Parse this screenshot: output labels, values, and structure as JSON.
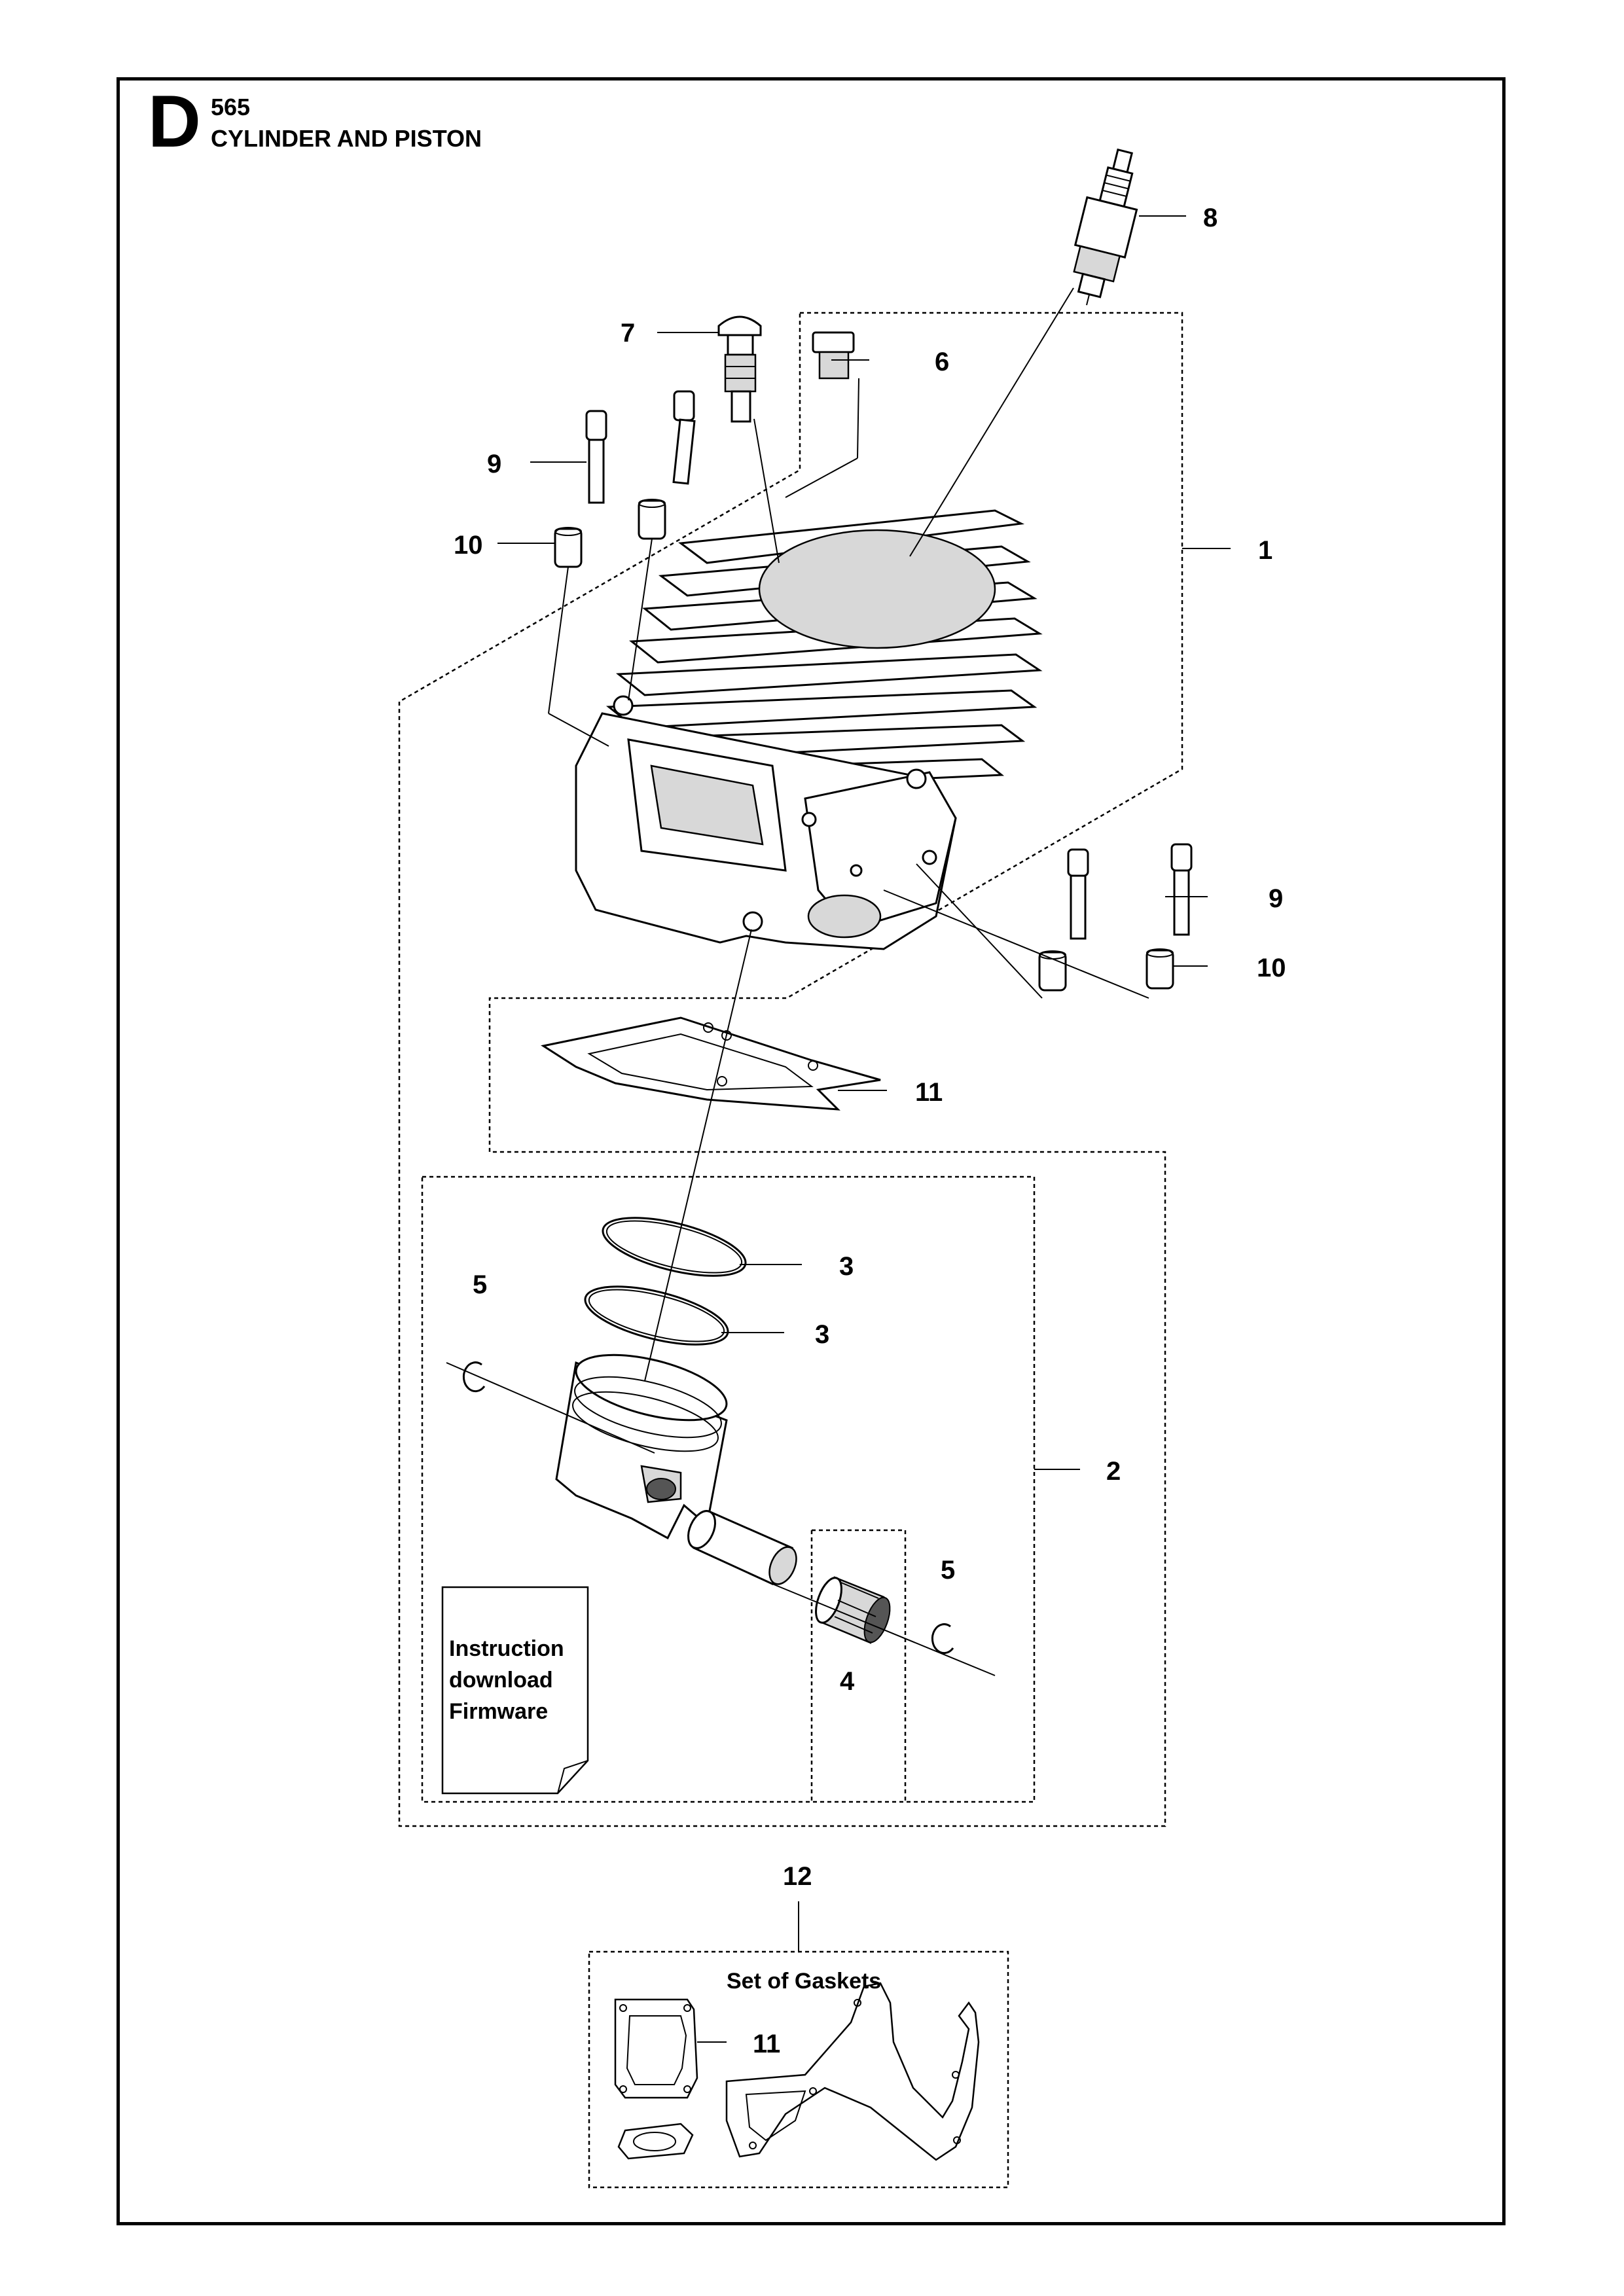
{
  "header": {
    "section_letter": "D",
    "model": "565",
    "title": "CYLINDER AND PISTON"
  },
  "callouts": {
    "c1": "1",
    "c2": "2",
    "c3a": "3",
    "c3b": "3",
    "c4": "4",
    "c5a": "5",
    "c5b": "5",
    "c6": "6",
    "c7": "7",
    "c8": "8",
    "c9a": "9",
    "c9b": "9",
    "c10a": "10",
    "c10b": "10",
    "c11a": "11",
    "c11b": "11",
    "c12": "12"
  },
  "instruction_card": {
    "line1": "Instruction",
    "line2": "download",
    "line3": "Firmware"
  },
  "gasket_set": {
    "title": "Set of Gaskets"
  }
}
